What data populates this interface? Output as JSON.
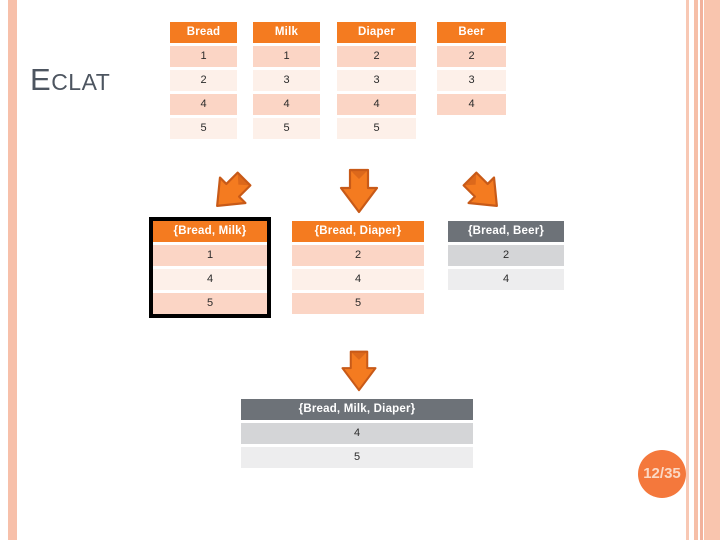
{
  "slide": {
    "title": "ECLAT",
    "title_first_letter": "E",
    "title_rest": "CLAT",
    "page_number": "12/35"
  },
  "colors": {
    "accent_orange": "#F47B20",
    "row_orange_dark": "#FBD5C5",
    "row_orange_light": "#FDF0E9",
    "accent_grey": "#6D7278",
    "row_grey_dark": "#D4D5D7",
    "row_grey_light": "#EDEDEE",
    "title_grey": "#4D5560",
    "stripe_salmon": "#F7C0AA",
    "highlight_border": "#000000"
  },
  "level1": {
    "tables": [
      {
        "header": "Bread",
        "theme": "orange",
        "rows": [
          "1",
          "2",
          "4",
          "5"
        ]
      },
      {
        "header": "Milk",
        "theme": "orange",
        "rows": [
          "1",
          "3",
          "4",
          "5"
        ]
      },
      {
        "header": "Diaper",
        "theme": "orange",
        "rows": [
          "2",
          "3",
          "4",
          "5"
        ]
      },
      {
        "header": "Beer",
        "theme": "orange",
        "rows": [
          "2",
          "3",
          "4"
        ]
      }
    ]
  },
  "arrows_level1": [
    {
      "name": "arrow-down-left",
      "direction": "down-left"
    },
    {
      "name": "arrow-down",
      "direction": "down"
    },
    {
      "name": "arrow-down-right",
      "direction": "down-right"
    }
  ],
  "level2": {
    "tables": [
      {
        "header": "{Bread, Milk}",
        "theme": "orange",
        "rows": [
          "1",
          "4",
          "5"
        ],
        "highlighted": true
      },
      {
        "header": "{Bread, Diaper}",
        "theme": "orange",
        "rows": [
          "2",
          "4",
          "5"
        ],
        "highlighted": false
      },
      {
        "header": "{Bread, Beer}",
        "theme": "grey",
        "rows": [
          "2",
          "4"
        ],
        "highlighted": false
      }
    ]
  },
  "arrows_level2": [
    {
      "name": "arrow-down",
      "direction": "down"
    }
  ],
  "level3": {
    "tables": [
      {
        "header": "{Bread, Milk, Diaper}",
        "theme": "grey",
        "rows": [
          "4",
          "5"
        ]
      }
    ]
  }
}
